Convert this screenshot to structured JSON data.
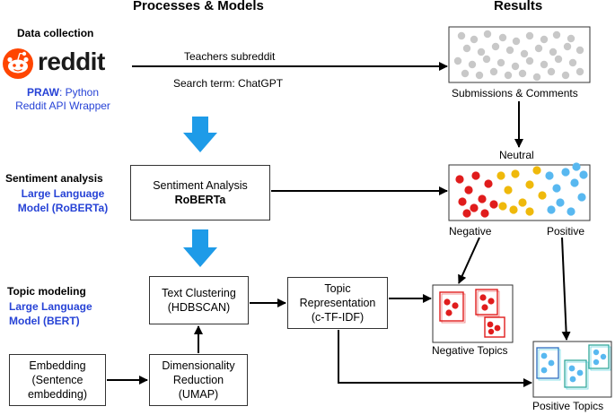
{
  "headers": {
    "processes": "Processes & Models",
    "results": "Results"
  },
  "left": {
    "data_collection": "Data collection",
    "reddit_logo_text": "reddit",
    "praw_bold": "PRAW",
    "praw_rest": ": Python",
    "praw_line2": "Reddit API Wrapper",
    "sentiment_title": "Sentiment analysis",
    "sentiment_model_l1": "Large Language",
    "sentiment_model_l2": "Model (RoBERTa)",
    "topic_title": "Topic modeling",
    "topic_model_l1": "Large Language",
    "topic_model_l2": "Model (BERT)"
  },
  "edges": {
    "subreddit": "Teachers subreddit",
    "search_term": "Search term: ChatGPT"
  },
  "boxes": {
    "sentiment_l1": "Sentiment Analysis",
    "sentiment_l2": "RoBERTa",
    "clustering_l1": "Text Clustering",
    "clustering_l2": "(HDBSCAN)",
    "topic_rep_l1": "Topic",
    "topic_rep_l2": "Representation",
    "topic_rep_l3": "(c-TF-IDF)",
    "embedding_l1": "Embedding",
    "embedding_l2": "(Sentence",
    "embedding_l3": "embedding)",
    "dimred_l1": "Dimensionality",
    "dimred_l2": "Reduction",
    "dimred_l3": "(UMAP)"
  },
  "results": {
    "submissions": "Submissions & Comments",
    "neutral": "Neutral",
    "negative": "Negative",
    "positive": "Positive",
    "negative_topics": "Negative Topics",
    "positive_topics": "Positive Topics"
  },
  "colors": {
    "reddit_orange": "#ff4500",
    "blue_text": "#2743d6",
    "arrow_blue": "#1e9be8",
    "dot_gray": "#c8c8c8",
    "dot_red": "#e01c1c",
    "dot_yellow": "#efb90b",
    "dot_blue": "#58b8f0",
    "topic_cyan": "#35c7d8",
    "topic_teal": "#2fa89a"
  }
}
